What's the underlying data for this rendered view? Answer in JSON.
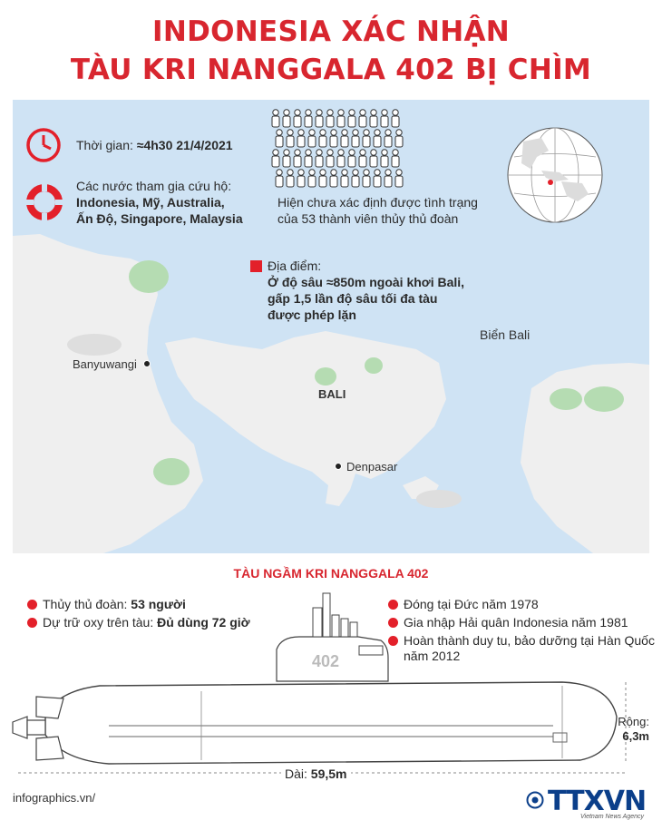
{
  "title": {
    "line1": "INDONESIA XÁC NHẬN",
    "line2": "TÀU KRI NANGGALA 402 BỊ CHÌM"
  },
  "time": {
    "label": "Thời gian: ",
    "value": "≈4h30 21/4/2021"
  },
  "rescue": {
    "label": "Các nước tham gia cứu hộ:",
    "line1": "Indonesia, Mỹ, Australia,",
    "line2": "Ấn Độ, Singapore, Malaysia"
  },
  "crew_status": {
    "line1": "Hiện chưa xác định được tình trạng",
    "line2": "của 53 thành viên thủy thủ đoàn"
  },
  "location": {
    "label": "Địa điểm:",
    "line1": "Ở độ sâu ≈850m ngoài khơi Bali,",
    "line2": "gấp 1,5 lần độ sâu tối đa tàu",
    "line3": "được phép lặn"
  },
  "map": {
    "bien_bali": "Biển Bali",
    "bali": "BALI",
    "banyuwangi": "Banyuwangi",
    "denpasar": "Denpasar"
  },
  "submarine": {
    "title": "TÀU NGẦM KRI NANGGALA 402",
    "hull_number": "402",
    "crew_label": "Thủy thủ đoàn: ",
    "crew_value": "53 người",
    "oxygen_label": "Dự trữ oxy trên tàu: ",
    "oxygen_value": "Đủ dùng 72 giờ",
    "built": "Đóng tại Đức năm 1978",
    "joined": "Gia nhập Hải quân Indonesia năm 1981",
    "refit_line1": "Hoàn thành duy tu, bảo dưỡng tại Hàn Quốc",
    "refit_line2": "năm 2012",
    "width_label": "Rộng:",
    "width_value": "6,3m",
    "length_label": "Dài: ",
    "length_value": "59,5m"
  },
  "footer": {
    "site": "infographics.vn/",
    "logo": "TTXVN",
    "logo_sub": "Vietnam News Agency"
  },
  "colors": {
    "accent_red": "#d8262f",
    "sea": "#cfe3f4",
    "land": "#efefef",
    "forest": "#b5dcb2",
    "logo_blue": "#0b3f8a"
  }
}
